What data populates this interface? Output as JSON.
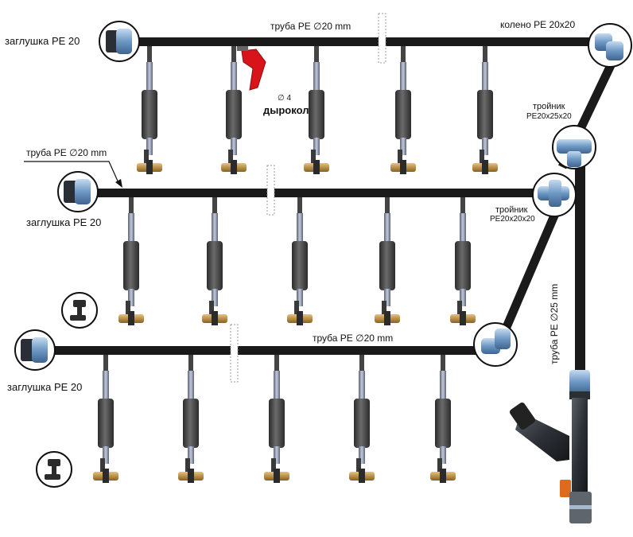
{
  "labels": {
    "plug_top": "заглушка PE 20",
    "plug_mid": "заглушка PE 20",
    "plug_bot": "заглушка PE 20",
    "pipe_top": "труба PE ∅20 mm",
    "pipe_mid": "труба PE ∅20 mm",
    "pipe_bot": "труба PE ∅20 mm",
    "elbow_top": "колено PE 20x20",
    "tee_upper_name": "тройник",
    "tee_upper_spec": "PE20x25x20",
    "tee_lower_name": "тройник",
    "tee_lower_spec": "PE20x20x20",
    "punch_size": "∅ 4",
    "punch_name": "дырокол",
    "main_pipe": "труба PE ∅25 mm"
  },
  "colors": {
    "pipe": "#1a1a1a",
    "fitting_blue": "#7fa6cf",
    "fitting_dark": "#2a2f36",
    "dripper_body": "#3f3f3f",
    "dripper_tube": "#8d97b0",
    "brass": "#b8893a",
    "punch_red": "#d8141a",
    "valve_orange": "#e06a1c"
  },
  "icons": [
    "end-plug-icon",
    "elbow-fitting-icon",
    "tee-fitting-icon",
    "hole-punch-icon",
    "dripper-icon",
    "filter-icon"
  ]
}
